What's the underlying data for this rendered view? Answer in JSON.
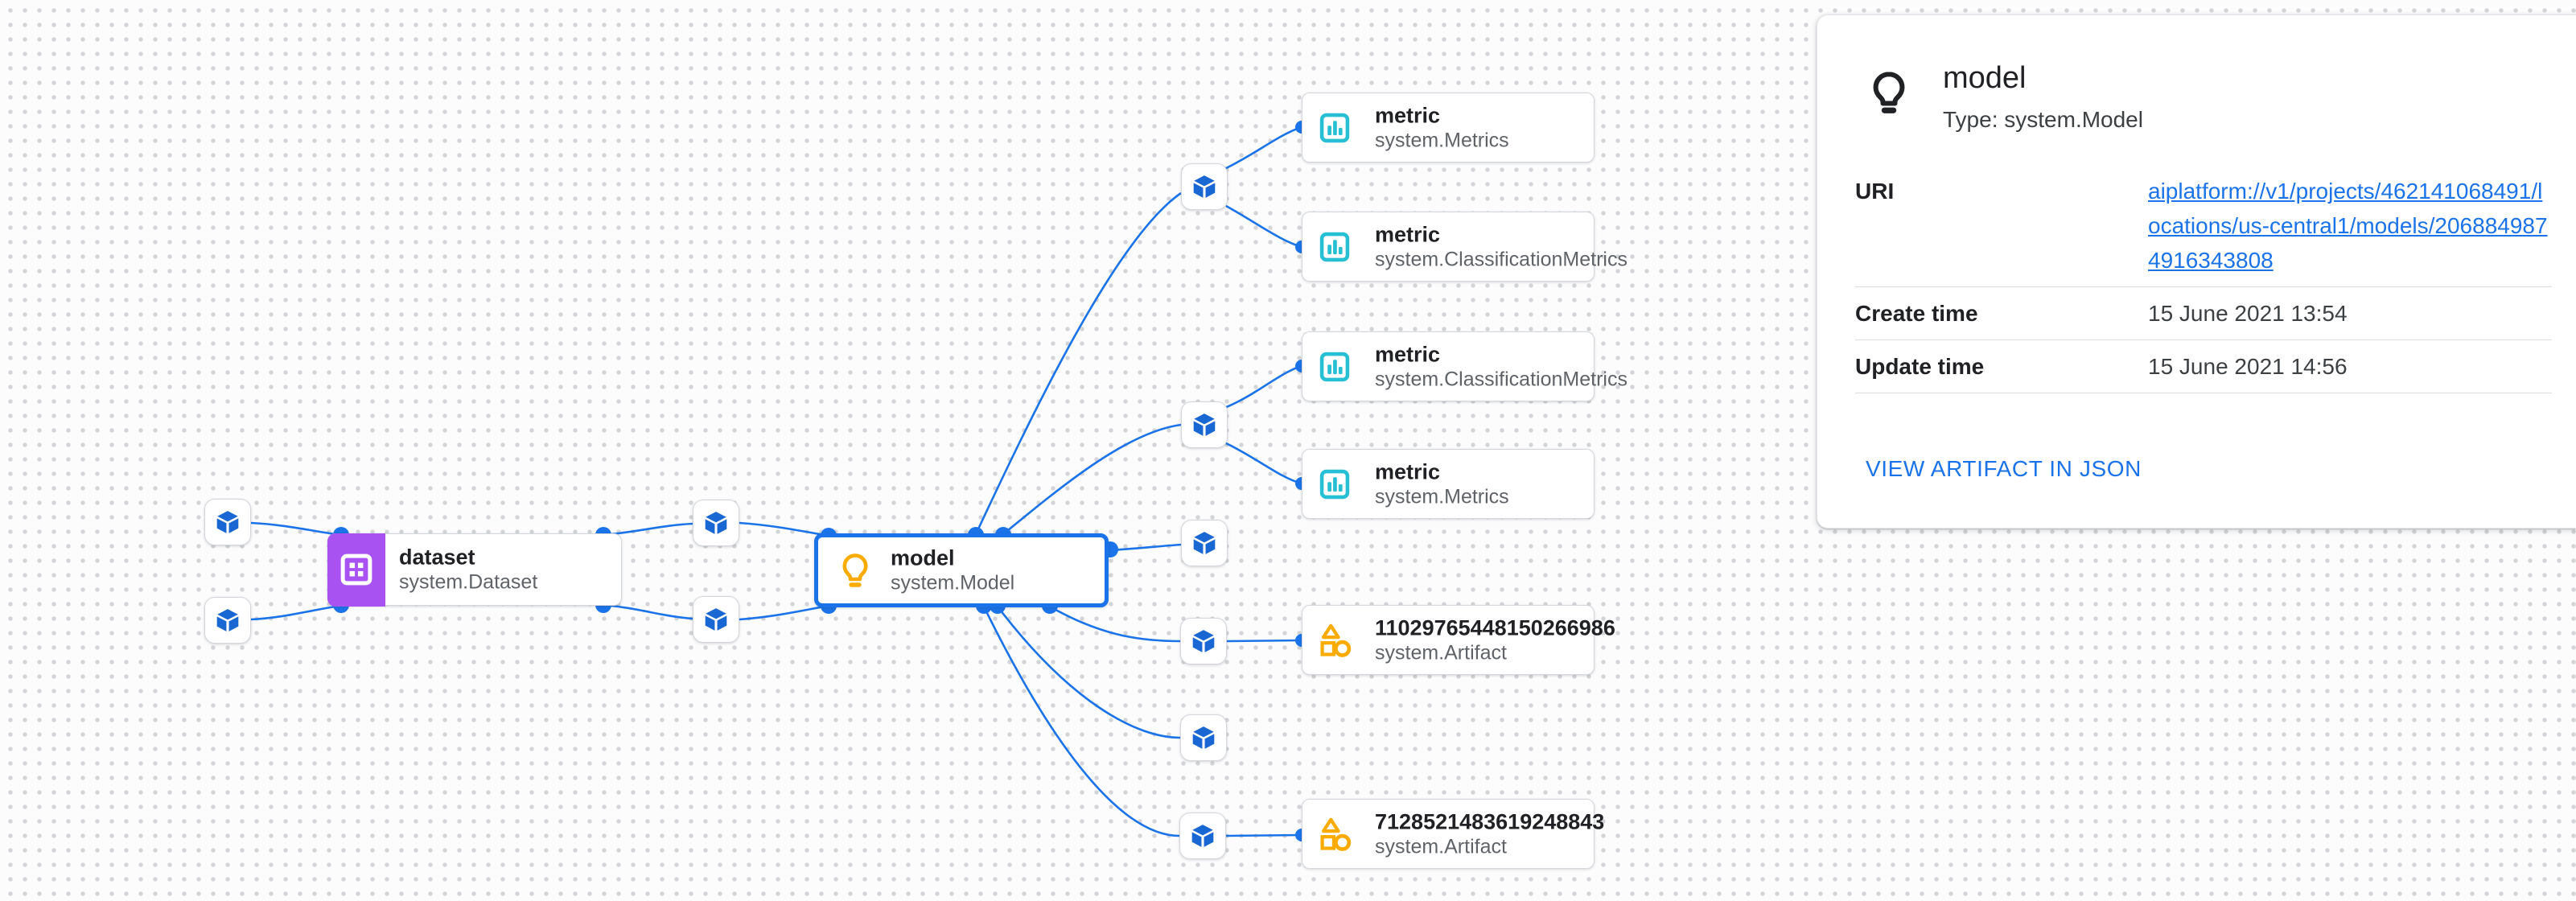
{
  "canvas": {
    "nodes": {
      "dataset": {
        "title": "dataset",
        "subtitle": "system.Dataset"
      },
      "model": {
        "title": "model",
        "subtitle": "system.Model"
      },
      "metrics": [
        {
          "title": "metric",
          "subtitle": "system.Metrics"
        },
        {
          "title": "metric",
          "subtitle": "system.ClassificationMetrics"
        },
        {
          "title": "metric",
          "subtitle": "system.ClassificationMetrics"
        },
        {
          "title": "metric",
          "subtitle": "system.Metrics"
        }
      ],
      "artifacts": [
        {
          "title": "11029765448150266986",
          "subtitle": "system.Artifact"
        },
        {
          "title": "7128521483619248843",
          "subtitle": "system.Artifact"
        }
      ]
    },
    "icons": {
      "execution": "cube-icon",
      "dataset": "dataset-grid-icon",
      "model": "lightbulb-icon",
      "metric": "bar-chart-icon",
      "artifact": "shapes-icon"
    },
    "colors": {
      "edge_blue": "#1a73e8",
      "cube_blue": "#1967d2",
      "dataset_purple": "#a852f2",
      "metric_cyan": "#27bfd4",
      "artifact_amber": "#f9ab00",
      "model_selected_border": "#1a73e8"
    }
  },
  "details_panel": {
    "title": "model",
    "type_label": "Type: system.Model",
    "rows": [
      {
        "label": "URI",
        "value": "aiplatform://v1/projects/462141068491/locations/us-central1/models/2068849874916343808"
      },
      {
        "label": "Create time",
        "value": "15 June 2021 13:54"
      },
      {
        "label": "Update time",
        "value": "15 June 2021 14:56"
      }
    ],
    "action_label": "VIEW ARTIFACT IN JSON"
  }
}
